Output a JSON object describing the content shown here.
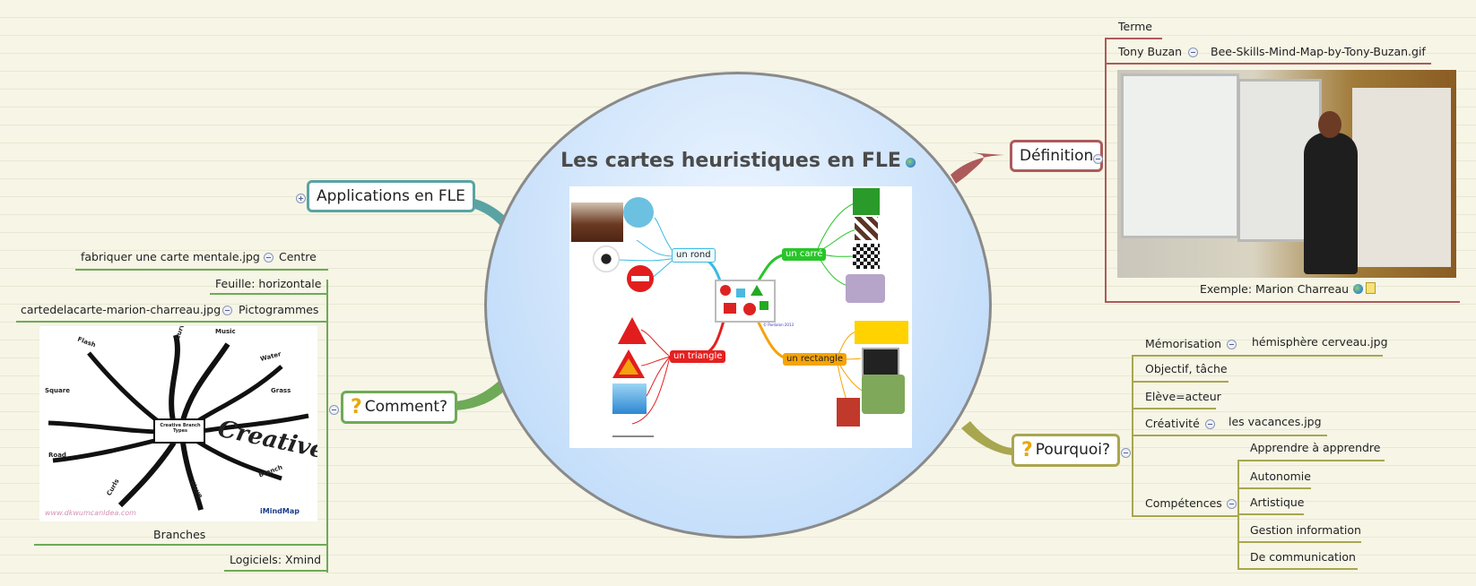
{
  "central": {
    "title": "Les cartes heuristiques en FLE",
    "icon": "globe-icon"
  },
  "inner_map": {
    "center_label": "© Pantalon 2013",
    "branches": [
      {
        "label": "un rond",
        "color": "#3bbbe0"
      },
      {
        "label": "un carré",
        "color": "#29c529"
      },
      {
        "label": "un triangle",
        "color": "#e52020"
      },
      {
        "label": "un rectangle",
        "color": "#f5a308"
      }
    ]
  },
  "topics": {
    "applications": {
      "label": "Applications en FLE",
      "color": "#5aa3a3"
    },
    "comment": {
      "label": "Comment?",
      "icon": "question-icon",
      "color": "#6eaa57"
    },
    "definition": {
      "label": "Définition",
      "color": "#ad5a5a"
    },
    "pourquoi": {
      "label": "Pourquoi?",
      "icon": "question-icon",
      "color": "#a9a650"
    }
  },
  "comment": {
    "centre_file": "fabriquer une carte mentale.jpg",
    "centre": "Centre",
    "feuille": "Feuille: horizontale",
    "picto_file": "cartedelacarte-marion-charreau.jpg",
    "pictogrammes": "Pictogrammes",
    "branches": "Branches",
    "logiciels": "Logiciels: Xmind",
    "image_words": [
      "Curve",
      "Music",
      "Flash",
      "Water",
      "Square",
      "Grass",
      "Road",
      "Curls",
      "Wave",
      "Branch",
      "Creative",
      "Creative Branch Types",
      "www.dkwumcanldea.com",
      "iMindMap"
    ]
  },
  "definition": {
    "terme": "Terme",
    "tony": "Tony Buzan",
    "tony_file": "Bee-Skills-Mind-Map-by-Tony-Buzan.gif",
    "exemple": "Exemple: Marion Charreau"
  },
  "pourquoi": {
    "memorisation": "Mémorisation",
    "memorisation_file": "hémisphère cerveau.jpg",
    "objectif": "Objectif, tâche",
    "eleve": "Elève=acteur",
    "creativite": "Créativité",
    "creativite_file": "les vacances.jpg",
    "competences": "Compétences",
    "competences_items": [
      "Apprendre à apprendre",
      "Autonomie",
      "Artistique",
      "Gestion information",
      "De communication"
    ]
  }
}
